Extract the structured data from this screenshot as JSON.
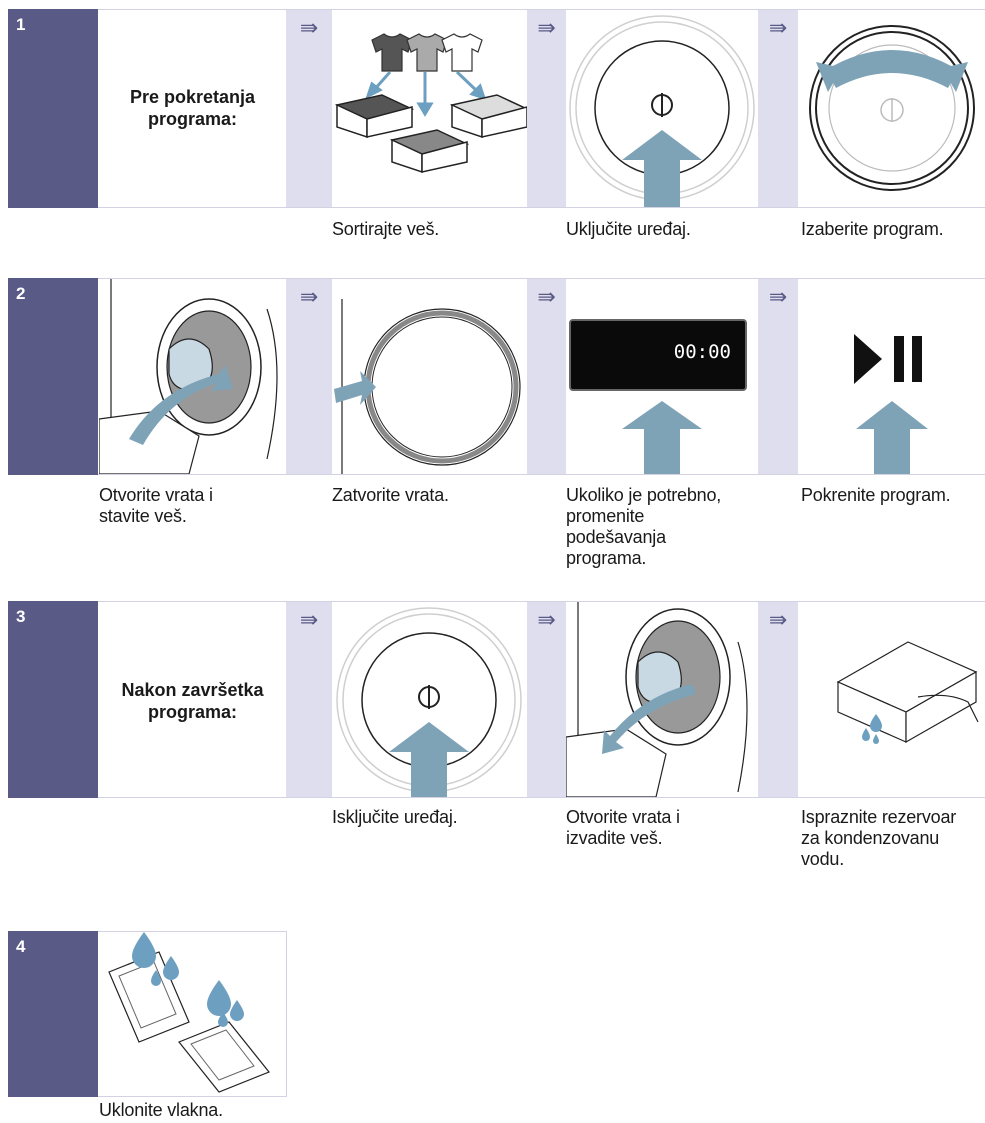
{
  "colors": {
    "accent": "#5a5a86",
    "arrow_band": "#dedeee",
    "action_arrow": "#7ea3b7",
    "drop": "#6d9fc0"
  },
  "arrow_glyph": "⇛",
  "steps": [
    {
      "number": "1",
      "heading": "Pre pokretanja\nprograma:",
      "captions": [
        "Sortirajte veš.",
        "Uključite uređaj.",
        "Izaberite program."
      ]
    },
    {
      "number": "2",
      "captions": [
        "Otvorite vrata i\nstavite veš.",
        "Zatvorite vrata.",
        "Ukoliko je potrebno,\npromenite\npodešavanja\nprograma.",
        "Pokrenite program."
      ],
      "display_value": "00:00"
    },
    {
      "number": "3",
      "heading": "Nakon završetka\nprograma:",
      "captions": [
        "Isključite uređaj.",
        "Otvorite vrata i\nizvadite veš.",
        "Ispraznite rezervoar\nza kondenzovanu\nvodu."
      ]
    },
    {
      "number": "4",
      "captions": [
        "Uklonite vlakna."
      ]
    }
  ],
  "icons": [
    "power-icon",
    "play-pause-icon",
    "program-dial-icon",
    "water-drop-icon",
    "laundry-basket-icon",
    "shirt-icon"
  ]
}
